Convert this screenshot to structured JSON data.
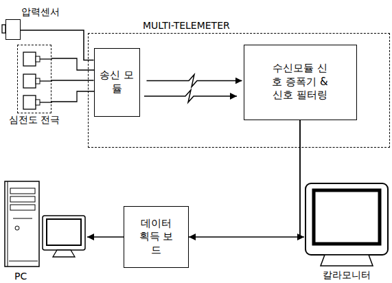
{
  "diagram": {
    "nodes": [
      {
        "text": [
          "압력센서"
        ]
      },
      {
        "text": [
          "MULTI-TELEMETER"
        ]
      },
      {
        "text": [
          "송신 모듈"
        ],
        "in": 1
      },
      {
        "text": [
          "수신모듈 신호 증폭기 & 신호 필터링"
        ],
        "in": 1
      },
      {
        "text": [
          "심전도 전극"
        ]
      },
      {
        "text": [
          "데이터 획득 보드"
        ]
      },
      {
        "text": [
          "PC"
        ]
      },
      {
        "text": [
          "칼라모니터"
        ]
      }
    ],
    "edges": [
      {
        "from": 0,
        "to": 2,
        "arrow": "none"
      },
      {
        "from": 4,
        "to": 2,
        "arrow": "none"
      },
      {
        "from": 2,
        "to": 3,
        "arrow": "to"
      },
      {
        "from": 3,
        "to": 5,
        "arrow": "to"
      },
      {
        "from": 3,
        "to": 7,
        "arrow": "to"
      },
      {
        "from": 5,
        "to": 6,
        "arrow": "to"
      }
    ]
  }
}
